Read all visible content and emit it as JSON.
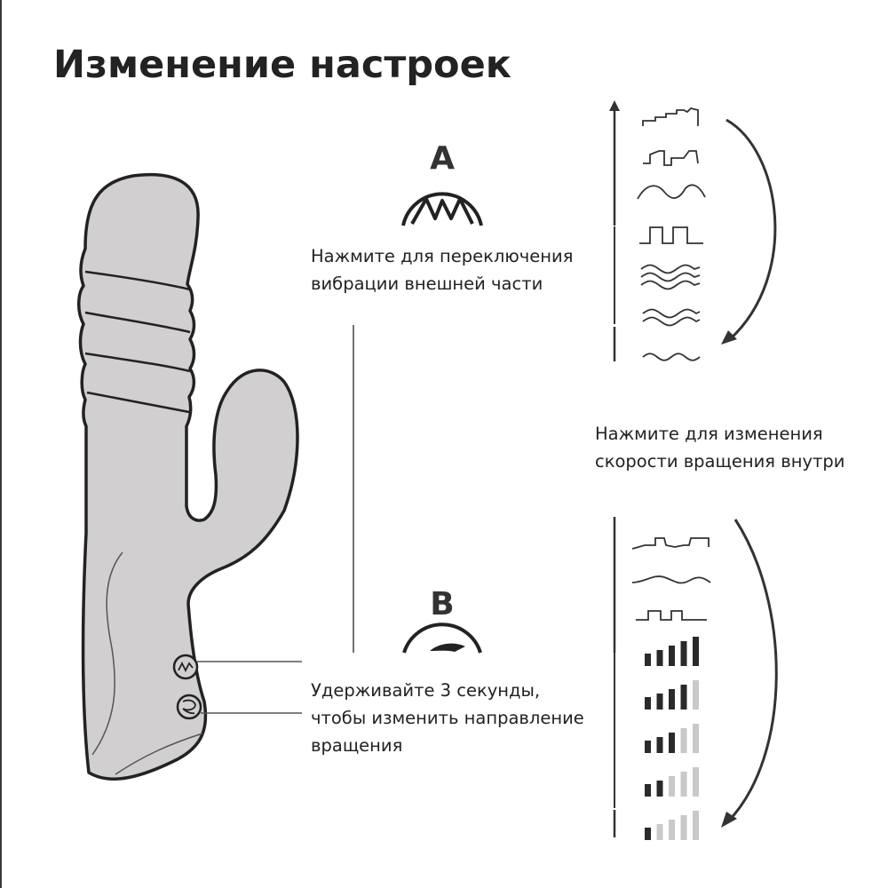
{
  "title": "Изменение настроек",
  "buttons": {
    "a": {
      "letter": "A",
      "icon": "vibration-wave-icon"
    },
    "b": {
      "letter": "B",
      "icon": "rotation-icon"
    }
  },
  "captions": {
    "vibration": [
      "Нажмите для переключения",
      "вибрации внешней части"
    ],
    "rotation_speed": [
      "Нажмите для изменения",
      "скорости вращения внутри"
    ],
    "direction": [
      "Удерживайте 3 секунды,",
      "чтобы изменить направление",
      "вращения"
    ]
  },
  "vibration_modes": [
    "stepped-ramp-icon",
    "stepped-pulse-icon",
    "wave-icon",
    "square-wave-icon",
    "triple-wave-icon",
    "double-wave-icon",
    "single-wave-icon"
  ],
  "rotation_modes": [
    "step-pattern-icon",
    "wave-pattern-icon",
    "square-pattern-icon"
  ],
  "speed_levels": {
    "max": 5,
    "values": [
      5,
      4,
      3,
      2,
      1
    ]
  },
  "colors": {
    "text": "#222222",
    "device_fill": "#d2cfd0",
    "outline": "#222222",
    "bar_active": "#2a2a2a",
    "bar_inactive": "#c9c9c9"
  }
}
